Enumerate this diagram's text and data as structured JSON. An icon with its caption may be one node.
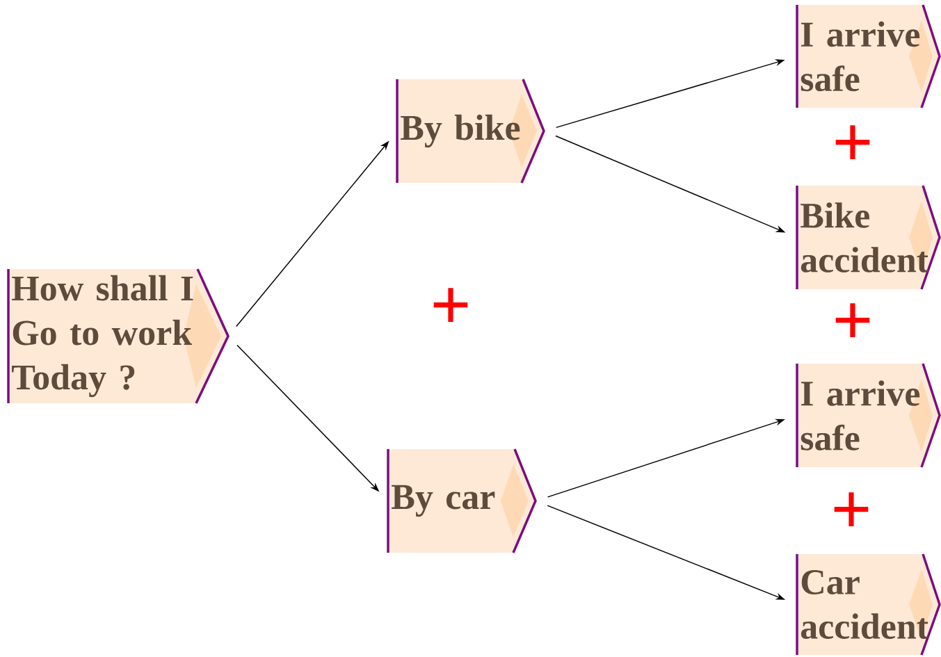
{
  "diagram": {
    "nodes": [
      {
        "text": [
          "How shall I Go to work Today ?"
        ]
      },
      {
        "text": [
          "By bike"
        ]
      },
      {
        "text": [
          "By car"
        ]
      },
      {
        "text": [
          "I arrive safe"
        ]
      },
      {
        "text": [
          "Bike accident"
        ]
      },
      {
        "text": [
          "I arrive safe"
        ]
      },
      {
        "text": [
          "Car accident"
        ]
      }
    ],
    "edges": [
      {
        "from": 0,
        "to": 1,
        "arrow": "to"
      },
      {
        "from": 0,
        "to": 2,
        "arrow": "to"
      },
      {
        "from": 1,
        "to": 3,
        "arrow": "to"
      },
      {
        "from": 1,
        "to": 4,
        "arrow": "to"
      },
      {
        "from": 2,
        "to": 5,
        "arrow": "to"
      },
      {
        "from": 2,
        "to": 6,
        "arrow": "to"
      }
    ],
    "labels": [
      "+",
      "+",
      "+",
      "+"
    ]
  }
}
